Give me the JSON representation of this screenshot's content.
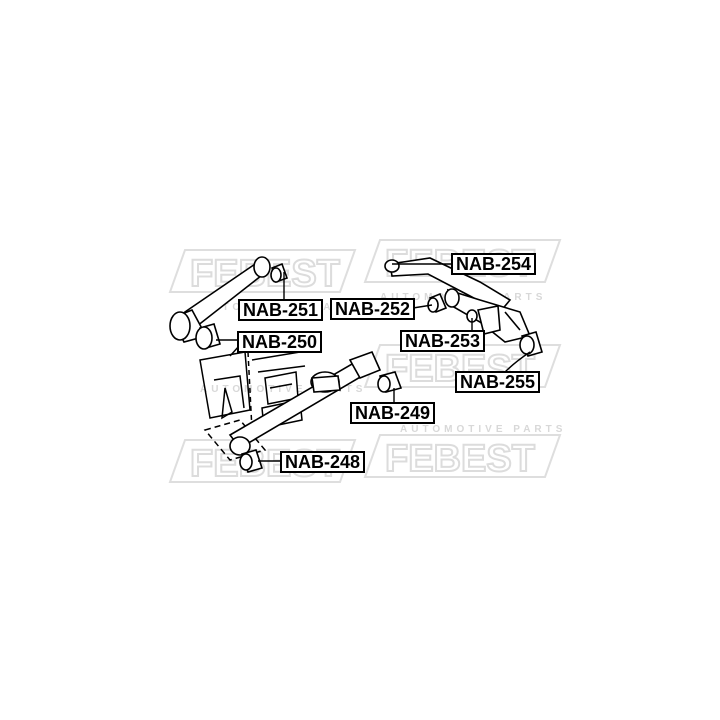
{
  "watermark": {
    "brand": "FEBEST",
    "tagline": "AUTOMOTIVE PARTS"
  },
  "callouts": {
    "nab254": "NAB-254",
    "nab251": "NAB-251",
    "nab252": "NAB-252",
    "nab253": "NAB-253",
    "nab250": "NAB-250",
    "nab255": "NAB-255",
    "nab249": "NAB-249",
    "nab248": "NAB-248"
  }
}
